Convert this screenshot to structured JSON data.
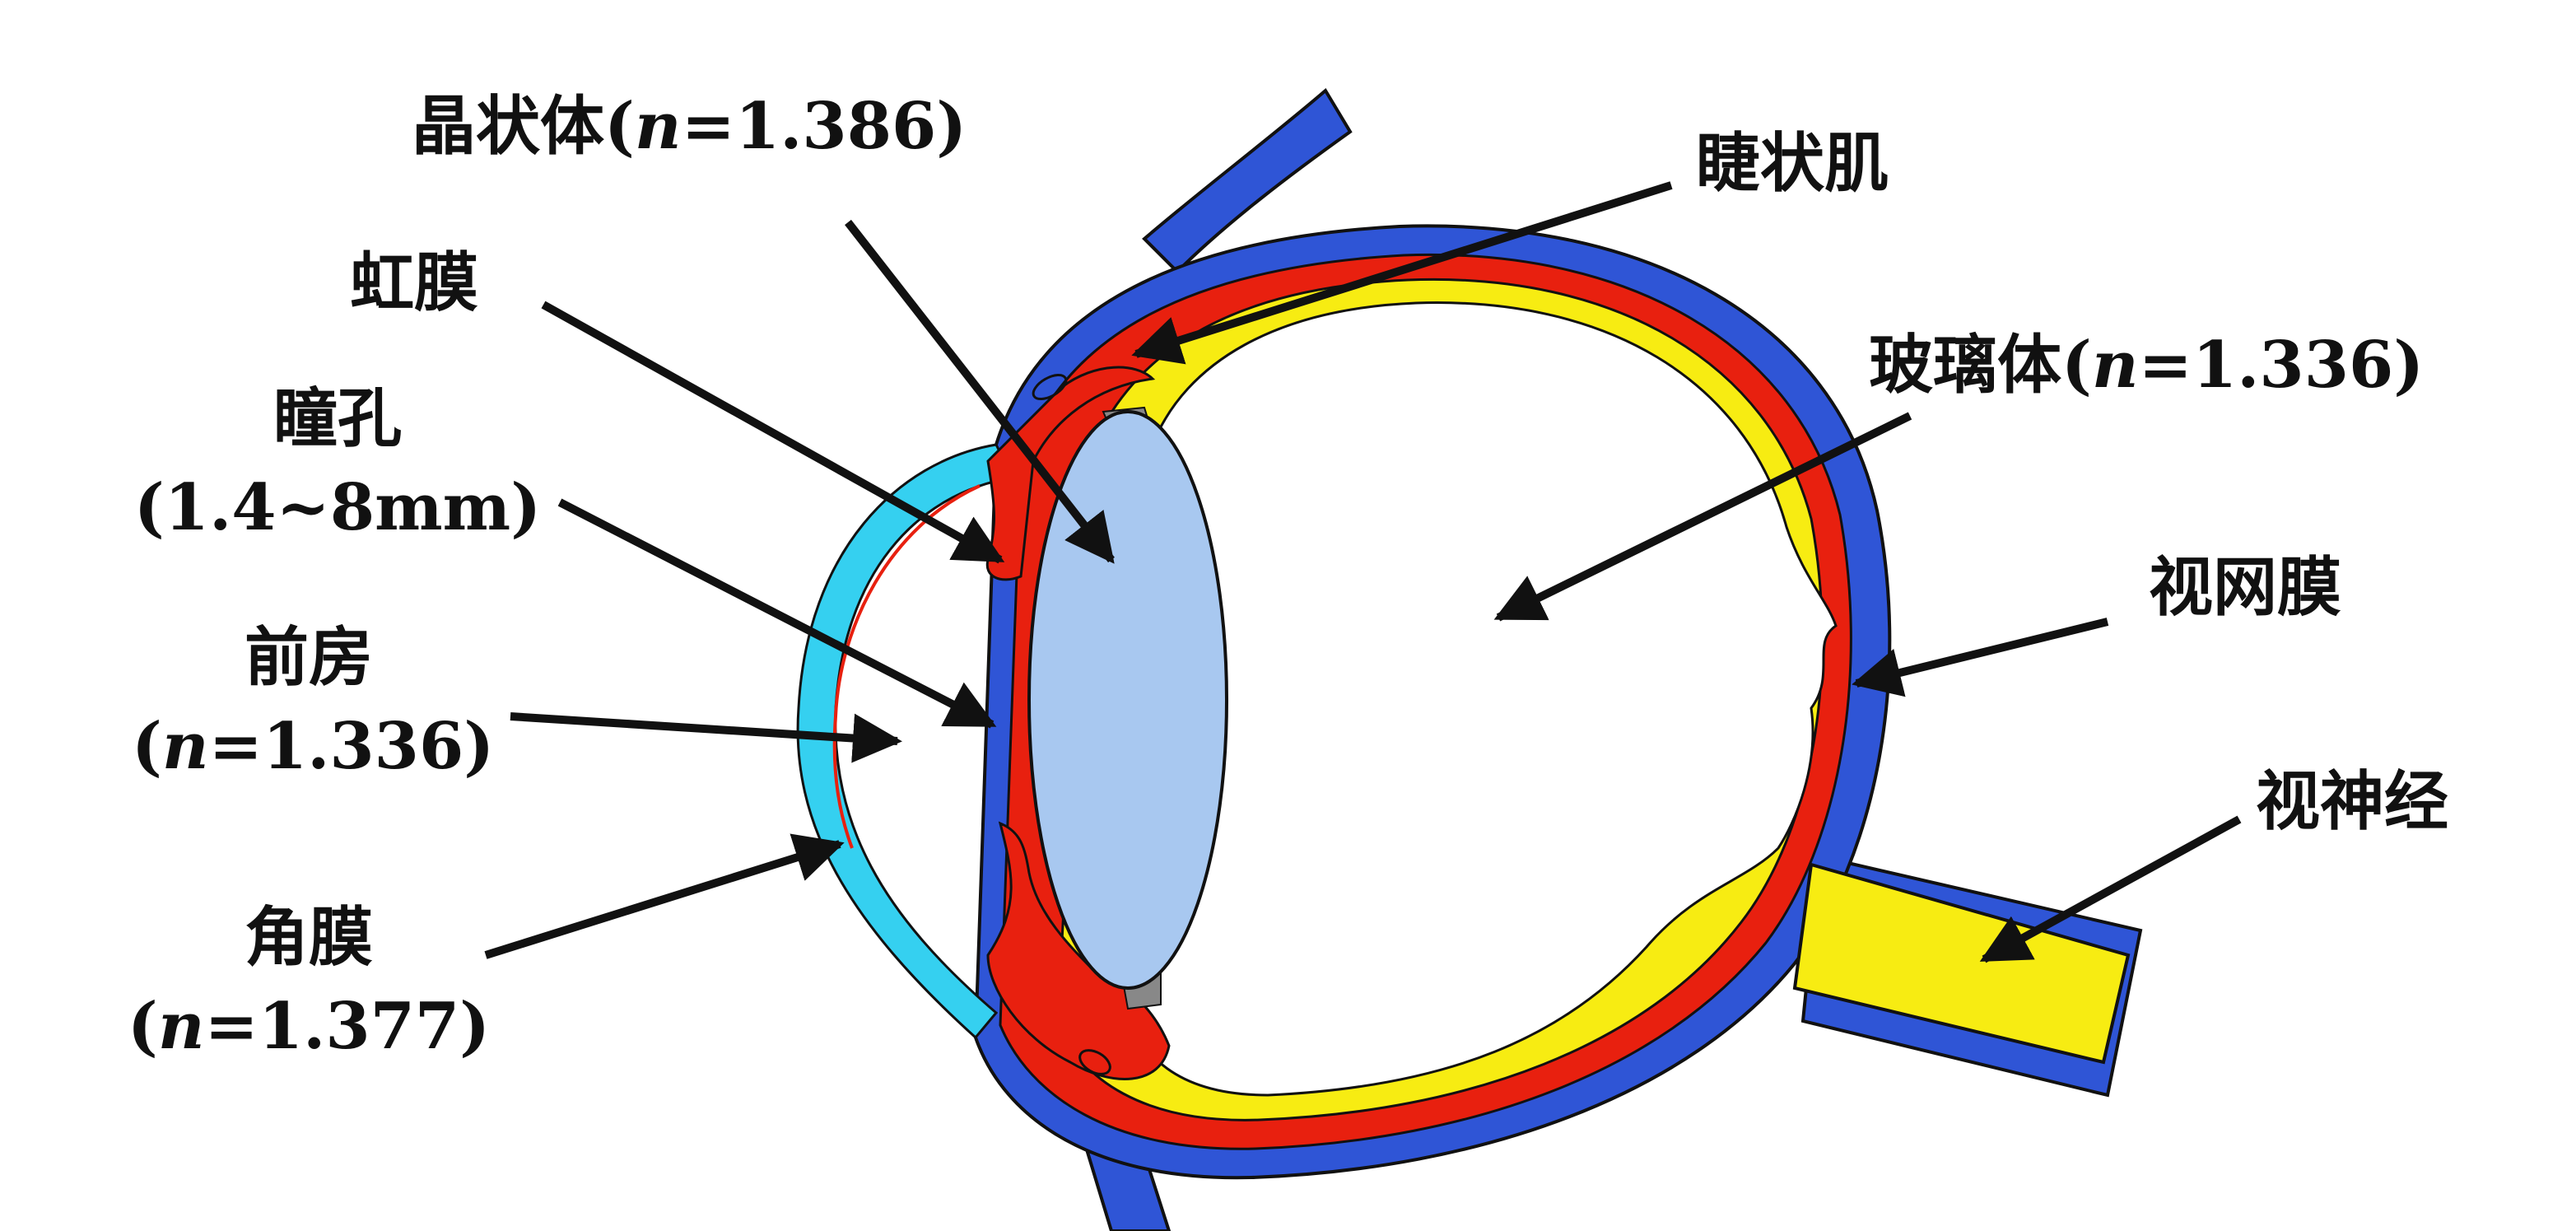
{
  "labels": {
    "lens": {
      "name": "晶状体",
      "open": "(",
      "var": "n",
      "eq": "=1.386",
      "close": ")"
    },
    "ciliary_muscle": "睫状肌",
    "iris": "虹膜",
    "pupil": {
      "name": "瞳孔",
      "size": "(1.4~8mm)"
    },
    "vitreous": {
      "name": "玻璃体",
      "open": "(",
      "var": "n",
      "eq": "=1.336",
      "close": ")"
    },
    "retina": "视网膜",
    "anterior_chamber": {
      "name": "前房",
      "open": "(",
      "var": "n",
      "eq": "=1.336",
      "close": ")"
    },
    "optic_nerve": "视神经",
    "cornea": {
      "name": "角膜",
      "open": "(",
      "var": "n",
      "eq": "=1.377",
      "close": ")"
    }
  },
  "colors": {
    "sclera": "#2f55d6",
    "choroid": "#e8200f",
    "retina": "#f7ec12",
    "cornea": "#35d0f0",
    "lens": "#a8c8f0",
    "zonule": "#888888",
    "arrow": "#111111"
  }
}
